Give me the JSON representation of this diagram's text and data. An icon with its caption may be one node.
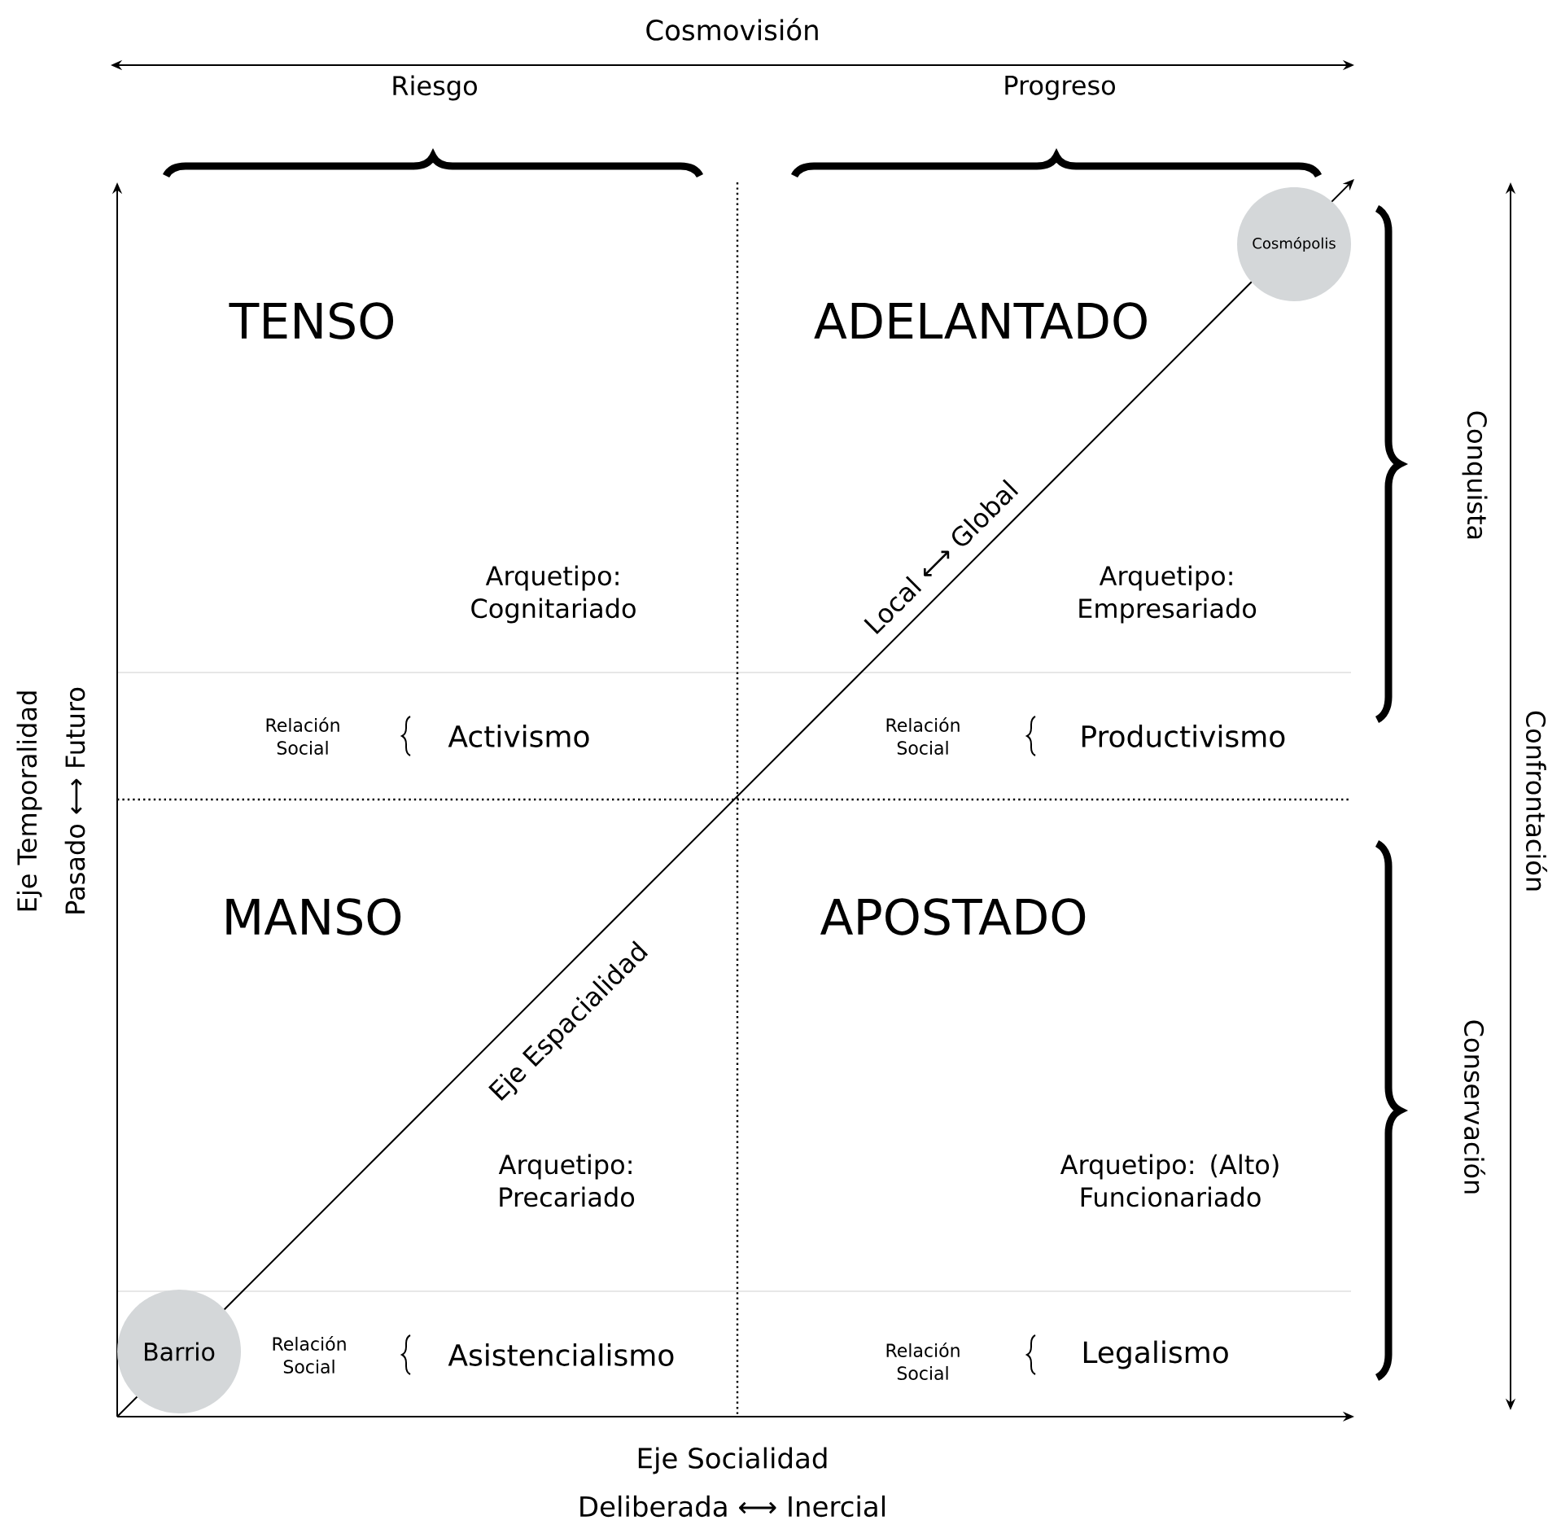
{
  "diagram": {
    "nodes": [
      {
        "text": [
          "Cosmópolis"
        ]
      },
      {
        "text": [
          "Barrio"
        ]
      }
    ],
    "labels": [
      "Cosmovisión",
      "Riesgo",
      "Progreso",
      "TENSO",
      "ADELANTADO",
      "Conquista",
      "Confrontación",
      "Arquetipo: Cognitariado",
      "Local ⟷ Global",
      "Arquetipo: Empresariado",
      "Eje Temporalidad",
      "Pasado ⟷ Futuro",
      "Relación Social",
      "Activismo",
      "Relación Social",
      "Productivismo",
      "MANSO",
      "APOSTADO",
      "Eje Espacialidad",
      "Conservación",
      "Arquetipo: Precariado",
      "Arquetipo: (Alto) Funcionariado",
      "Relación Social",
      "Asistencialismo",
      "Relación Social",
      "Legalismo",
      "Eje Socialidad",
      "Deliberada ⟷ Inercial"
    ]
  }
}
